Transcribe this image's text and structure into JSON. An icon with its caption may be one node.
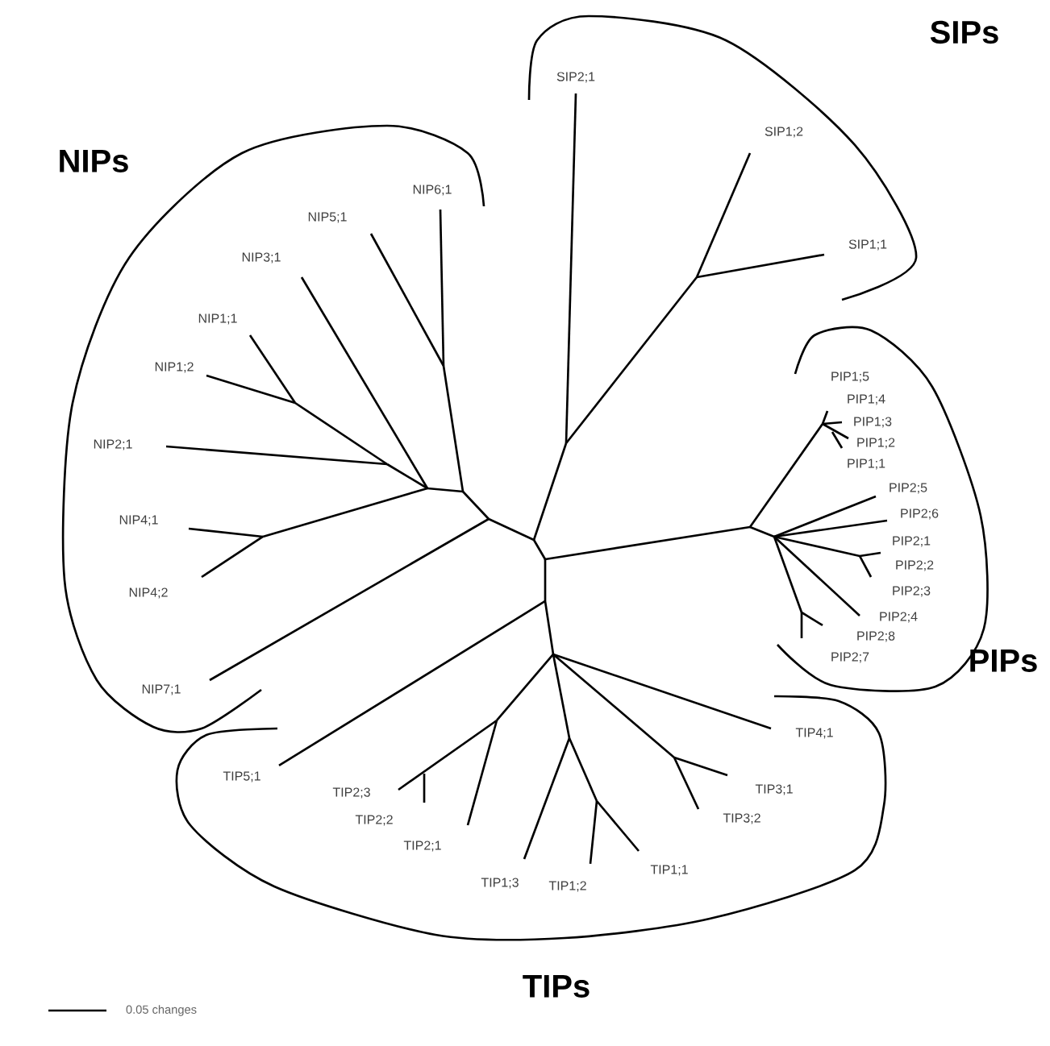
{
  "diagram": {
    "labels": [
      "SIPs",
      "SIP2;1",
      "SIP1;2",
      "NIPs",
      "NIP6;1",
      "NIP5;1",
      "NIP3;1",
      "SIP1;1",
      "NIP1;1",
      "NIP1;2",
      "PIP1;5",
      "PIP1;4",
      "PIP1;3",
      "PIP1;2",
      "PIP1;1",
      "NIP2;1",
      "PIP2;5",
      "PIP2;6",
      "NIP4;1",
      "PIP2;1",
      "PIP2;2",
      "PIP2;3",
      "NIP4;2",
      "PIP2;4",
      "PIP2;8",
      "PIP2;7",
      "PIPs",
      "NIP7;1",
      "TIP4;1",
      "TIP5;1",
      "TIP3;1",
      "TIP2;3",
      "TIP3;2",
      "TIP2;2",
      "TIP2;1",
      "TIP1;1",
      "TIP1;3",
      "TIP1;2",
      "TIPs",
      "0.05 changes"
    ]
  }
}
